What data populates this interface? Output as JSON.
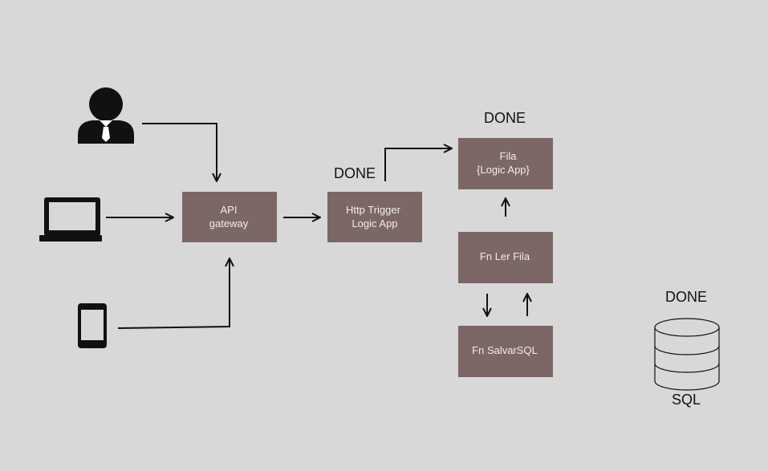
{
  "colors": {
    "background": "#d8d8d8",
    "box": "#7b6766",
    "box_text": "#f2ecec",
    "line": "#111111"
  },
  "icons": {
    "user": "person-with-tie-icon",
    "laptop": "laptop-icon",
    "mobile": "smartphone-icon",
    "database": "database-icon"
  },
  "nodes": {
    "api_gateway": {
      "line1": "API",
      "line2": "gateway"
    },
    "http_trigger": {
      "line1": "Http Trigger",
      "line2": "Logic App"
    },
    "fila": {
      "line1": "Fila",
      "line2": "{Logic App}"
    },
    "fn_ler_fila": {
      "label": "Fn Ler Fila"
    },
    "fn_salvar_sql": {
      "label": "Fn SalvarSQL"
    }
  },
  "status": {
    "http_trigger": "DONE",
    "fila": "DONE",
    "database": "DONE"
  },
  "database": {
    "label": "SQL"
  }
}
